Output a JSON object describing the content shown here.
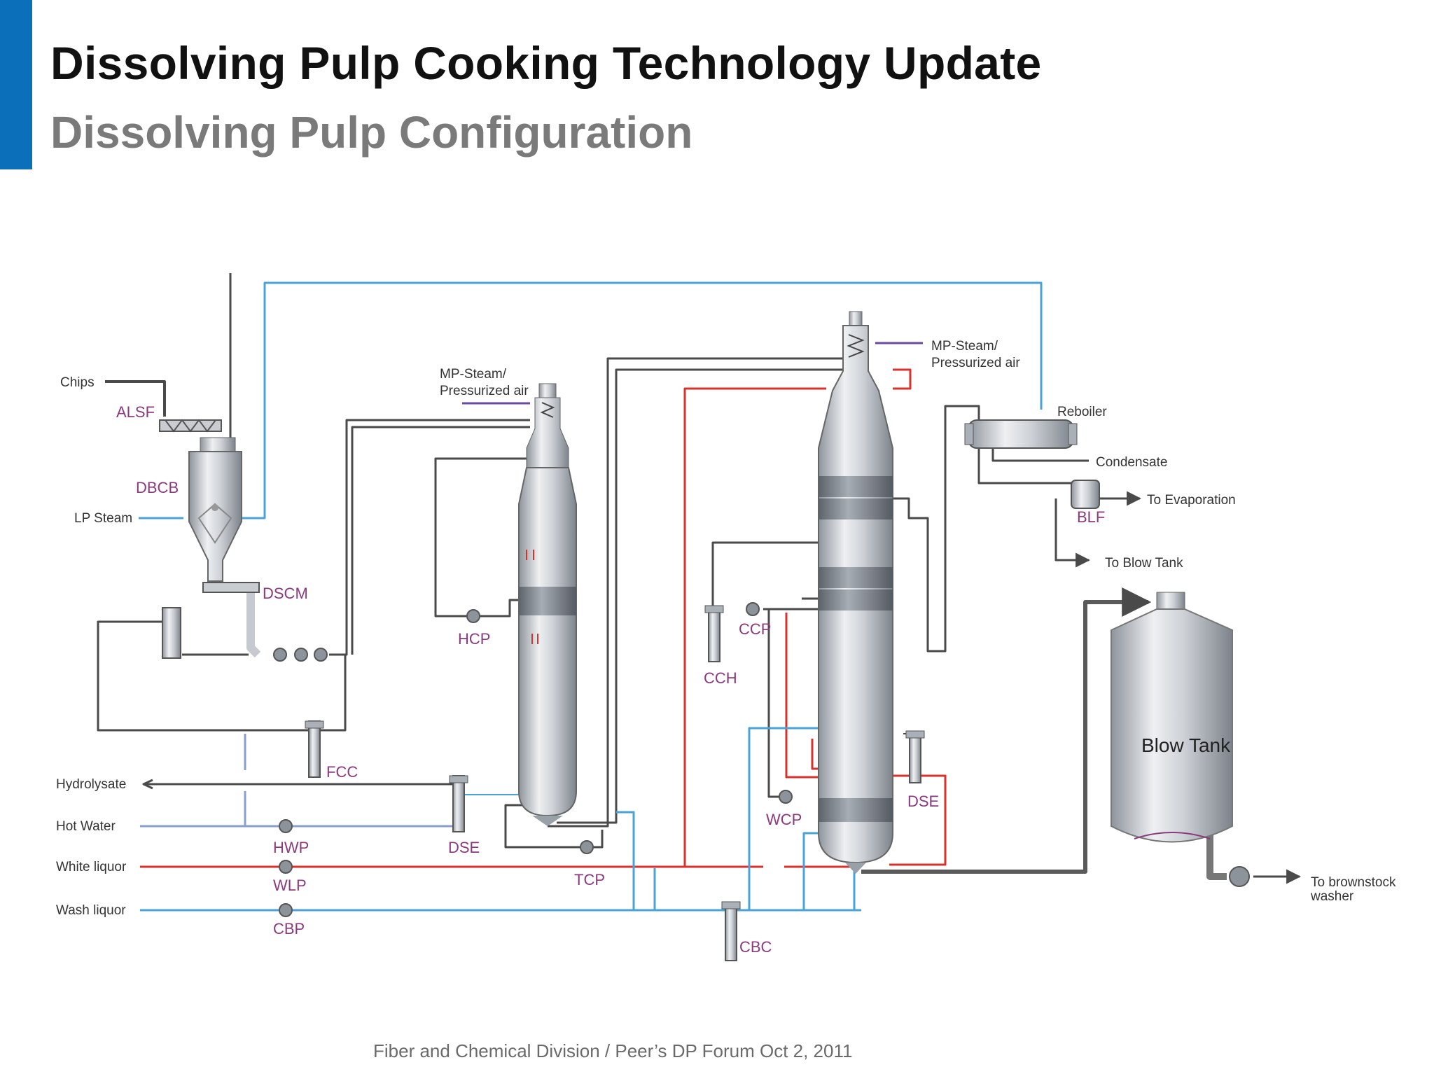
{
  "slide": {
    "title": "Dissolving Pulp Cooking Technology Update",
    "subtitle": "Dissolving Pulp Configuration",
    "footer": "Fiber and Chemical Division / Peer’s DP Forum Oct 2, 2011",
    "accent_color": "#0b6fba"
  },
  "diagram": {
    "line_colors": {
      "process": "#4a4a4a",
      "steam": "#4aa3d8",
      "white_liquor": "#d9312b",
      "hot_water": "#8a9fd1",
      "mp_steam": "#6b4aa0"
    },
    "labels": {
      "chips": "Chips",
      "lp_steam": "LP Steam",
      "hydrolysate": "Hydrolysate",
      "hot_water": "Hot Water",
      "white_liquor": "White liquor",
      "wash_liquor": "Wash liquor",
      "mp_steam_1_line1": "MP-Steam/",
      "mp_steam_1_line2": "Pressurized air",
      "mp_steam_2_line1": "MP-Steam/",
      "mp_steam_2_line2": "Pressurized air",
      "reboiler": "Reboiler",
      "condensate": "Condensate",
      "to_evaporation": "To Evaporation",
      "to_blow_tank": "To Blow Tank",
      "blow_tank": "Blow Tank",
      "to_brownstock_line1": "To brownstock",
      "to_brownstock_line2": "washer"
    },
    "equipment_tags": {
      "alsf": "ALSF",
      "dbcb": "DBCB",
      "dscm": "DSCM",
      "fcc": "FCC",
      "hwp": "HWP",
      "wlp": "WLP",
      "cbp": "CBP",
      "hcp": "HCP",
      "dse_1": "DSE",
      "tcp": "TCP",
      "cch": "CCH",
      "ccp": "CCP",
      "cbc": "CBC",
      "wcp": "WCP",
      "dse_2": "DSE",
      "blf": "BLF"
    }
  }
}
